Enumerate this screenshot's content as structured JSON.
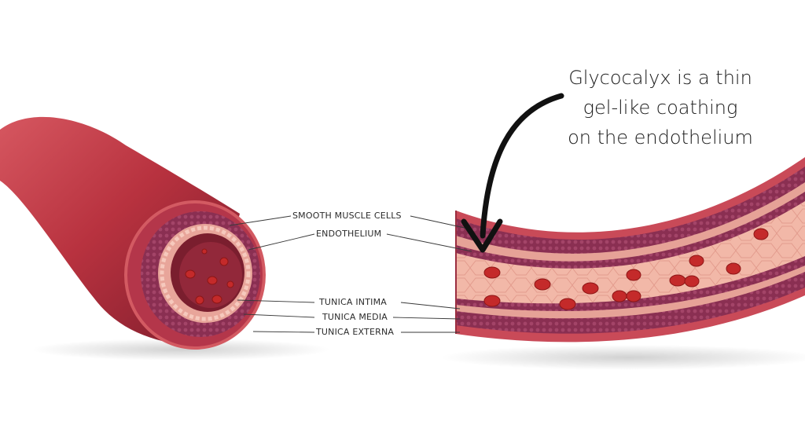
{
  "colors": {
    "externa": "#a8324a",
    "media": "#8a2f52",
    "intima": "#e8a59a",
    "lumen": "#f2b8a8",
    "blood_cell": "#c42a2a",
    "outer_tube_dark": "#7e1c2c",
    "outer_tube_light": "#c7434f"
  },
  "labels": {
    "smooth_muscle": "SMOOTH MUSCLE CELLS",
    "endothelium": "ENDOTHELIUM",
    "tunica_intima": "TUNICA INTIMA",
    "tunica_media": "TUNICA MEDIA",
    "tunica_externa": "TUNICA EXTERNA"
  },
  "callout": {
    "line1": "Glycocalyx is a thin",
    "line2": "gel-like coathing",
    "line3": "on the endothelium"
  }
}
